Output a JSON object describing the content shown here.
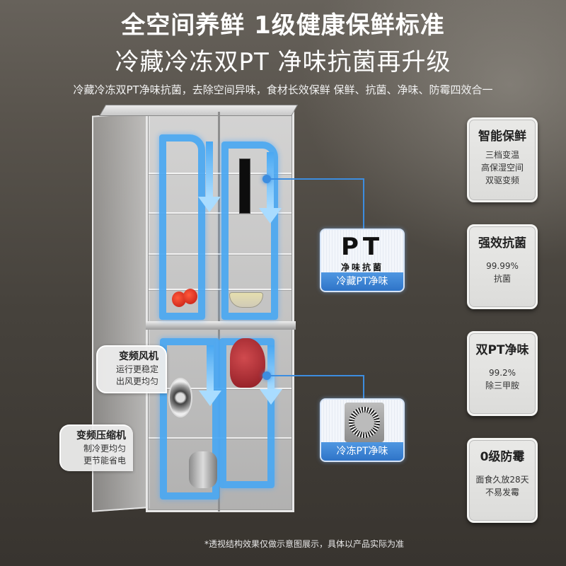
{
  "headline": {
    "line1": "全空间养鲜 1级健康保鲜标准",
    "line2": "冷藏冷冻双PT 净味抗菌再升级",
    "subtitle": "冷藏冷冻双PT净味抗菌，去除空间异味，食材长效保鲜 保鲜、抗菌、净味、防霉四效合一"
  },
  "fridge_callouts": {
    "fan": {
      "title": "变频风机",
      "lines": [
        "运行更稳定",
        "出风更均匀"
      ]
    },
    "compressor": {
      "title": "变频压缩机",
      "lines": [
        "制冷更均匀",
        "更节能省电"
      ]
    }
  },
  "pt_modules": {
    "refrigerator": {
      "logo": "PT",
      "subtitle": "净味抗菌",
      "label": "冷藏PT净味"
    },
    "freezer": {
      "icon": "filter-disc-icon",
      "label": "冷冻PT净味"
    }
  },
  "feature_cards": [
    {
      "title": "智能保鲜",
      "lines": [
        "三档变温",
        "高保湿空间",
        "双驱变频"
      ]
    },
    {
      "title": "强效抗菌",
      "lines": [
        "99.99%",
        "抗菌"
      ]
    },
    {
      "title": "双PT净味",
      "lines": [
        "99.2%",
        "除三甲胺"
      ]
    },
    {
      "title": "0级防霉",
      "lines": [
        "面食久放28天",
        "不易发霉"
      ]
    }
  ],
  "disclaimer": "*透视结构效果仅做示意图展示，具体以产品实际为准",
  "colors": {
    "airflow_blue": "#4aa8f2",
    "connector_blue": "#3c8de0",
    "label_blue": "#2f74c8",
    "background_dark": "#38342f",
    "card_bg": "#e3e3e1"
  }
}
